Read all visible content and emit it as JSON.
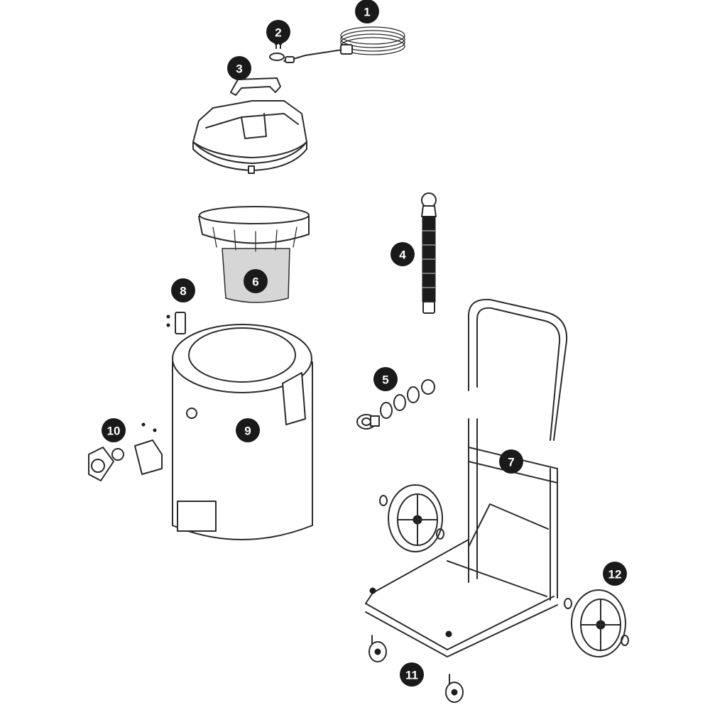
{
  "colors": {
    "ink": "#2b2b2b",
    "callout_fill": "#1a1a1a",
    "callout_text": "#ffffff",
    "filter_gray": "#d6d6d6"
  },
  "callouts": [
    {
      "label": "1",
      "part": "power-cord"
    },
    {
      "label": "2",
      "part": "cord-clamp-screws"
    },
    {
      "label": "3",
      "part": "motor-head-handle"
    },
    {
      "label": "4",
      "part": "hose"
    },
    {
      "label": "5",
      "part": "inlet-fittings"
    },
    {
      "label": "6",
      "part": "filter-cage"
    },
    {
      "label": "7",
      "part": "cart-frame"
    },
    {
      "label": "8",
      "part": "latch-bracket"
    },
    {
      "label": "9",
      "part": "tank"
    },
    {
      "label": "10",
      "part": "drain-port-kit"
    },
    {
      "label": "11",
      "part": "casters"
    },
    {
      "label": "12",
      "part": "rear-wheels"
    }
  ]
}
